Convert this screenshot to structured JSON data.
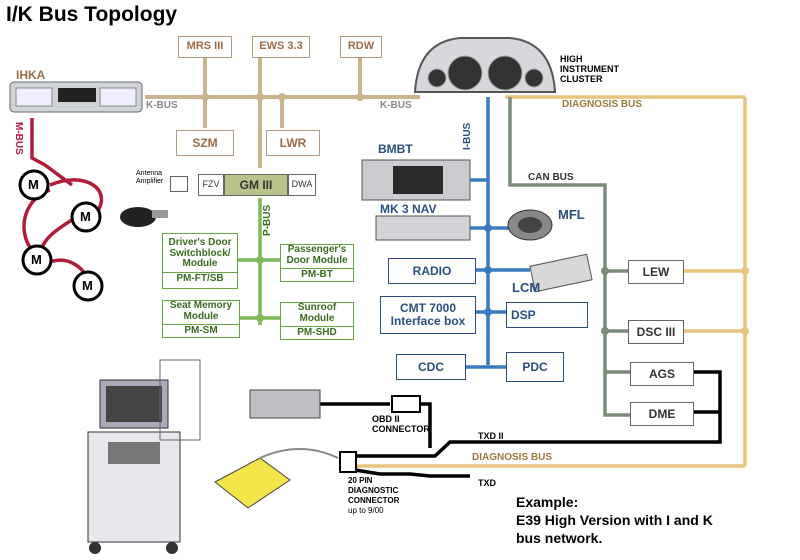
{
  "title": "I/K Bus Topology",
  "buses": {
    "k_bus_left": "K-BUS",
    "k_bus_right": "K-BUS",
    "m_bus": "M-BUS",
    "i_bus": "I-BUS",
    "p_bus": "P-BUS",
    "can_bus": "CAN BUS",
    "diagnosis_bus_top": "DIAGNOSIS BUS",
    "diagnosis_bus_bottom": "DIAGNOSIS BUS",
    "txd2": "TXD II",
    "txd": "TXD"
  },
  "modules": {
    "ihka": "IHKA",
    "mrs": "MRS III",
    "ews": "EWS 3.3",
    "rdw": "RDW",
    "szm": "SZM",
    "lwr": "LWR",
    "cluster_line1": "HIGH",
    "cluster_line2": "INSTRUMENT",
    "cluster_line3": "CLUSTER",
    "bmbt": "BMBT",
    "mk3nav": "MK 3 NAV",
    "mfl": "MFL",
    "radio": "RADIO",
    "lcm": "LCM",
    "cmt_line1": "CMT 7000",
    "cmt_line2": "Interface box",
    "dsp": "DSP",
    "cdc": "CDC",
    "pdc": "PDC",
    "lew": "LEW",
    "dsc": "DSC III",
    "ags": "AGS",
    "dme": "DME",
    "gm": "GM III",
    "fzv": "FZV",
    "dwa": "DWA",
    "antenna_line1": "Antenna",
    "antenna_line2": "Amplifier",
    "motor": "M",
    "drivers_door_line1": "Driver's Door",
    "drivers_door_line2": "Switchblock/",
    "drivers_door_line3": "Module",
    "drivers_door_code": "PM-FT/SB",
    "pass_door_line1": "Passenger's",
    "pass_door_line2": "Door Module",
    "pass_door_code": "PM-BT",
    "seat_line1": "Seat Memory",
    "seat_line2": "Module",
    "seat_code": "PM-SM",
    "sunroof_line1": "Sunroof",
    "sunroof_line2": "Module",
    "sunroof_code": "PM-SHD"
  },
  "connectors": {
    "obd_line1": "OBD II",
    "obd_line2": "CONNECTOR",
    "pin20_line1": "20 PIN",
    "pin20_line2": "DIAGNOSTIC",
    "pin20_line3": "CONNECTOR",
    "pin20_line4": "up to 9/00"
  },
  "note": {
    "line1": "Example:",
    "line2": "E39 High Version with I and K",
    "line3": "bus network."
  },
  "colors": {
    "k_bus": "#c9b48e",
    "m_bus": "#b01c3a",
    "i_bus": "#3a7abf",
    "p_bus": "#7fba5a",
    "diagnosis_bus": "#e9c47f",
    "can_bus": "#7c8a7c",
    "txd": "#000000"
  }
}
